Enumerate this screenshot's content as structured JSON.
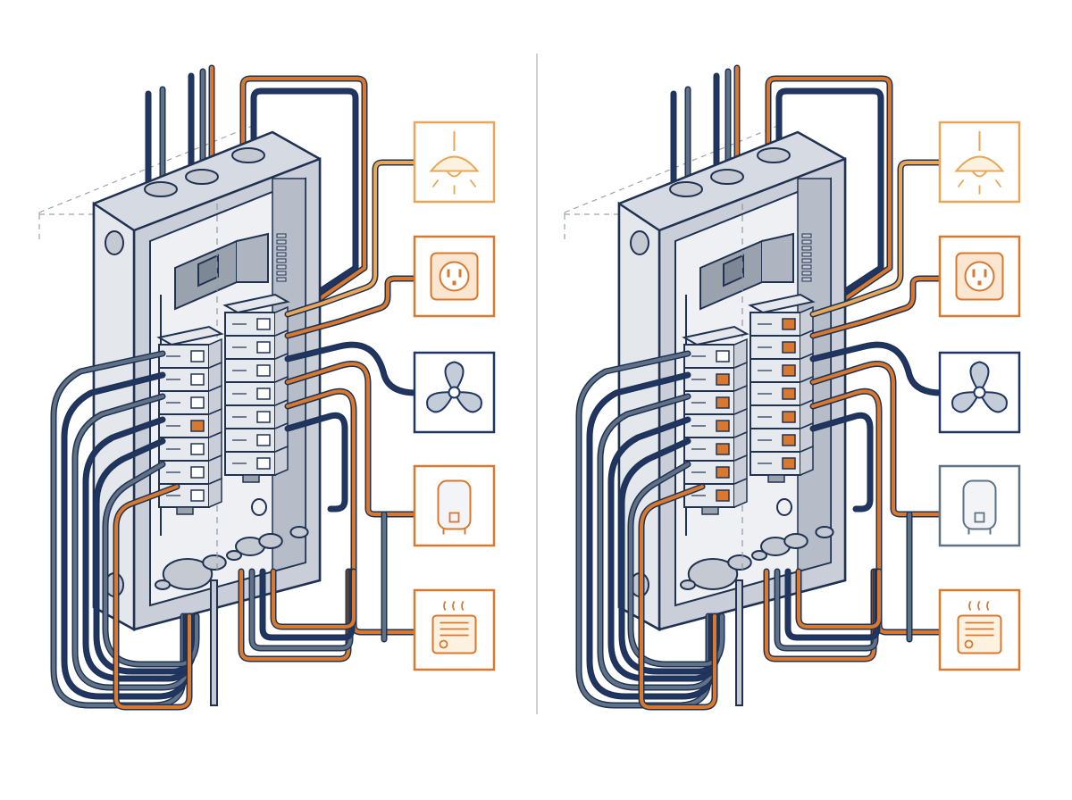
{
  "colors": {
    "navy": "#1f3563",
    "slate": "#5f7186",
    "orange": "#d9782f",
    "amber": "#e9a657",
    "outline": "#203252",
    "box_fill": "#d6dae2",
    "box_dark": "#b7bdc8",
    "background": "#ffffff",
    "divider": "#bcc2cc"
  },
  "panels": [
    {
      "id": "left",
      "active_breakers_left": [
        3
      ],
      "active_breakers_right": [],
      "appliances": [
        {
          "icon": "ceiling-lamp-icon",
          "color": "amber"
        },
        {
          "icon": "wall-outlet-icon",
          "color": "orange"
        },
        {
          "icon": "fan-icon",
          "color": "navy"
        },
        {
          "icon": "water-heater-icon",
          "color": "orange"
        },
        {
          "icon": "space-heater-icon",
          "color": "orange"
        }
      ]
    },
    {
      "id": "right",
      "active_breakers_left": [
        1,
        2,
        3,
        4,
        5,
        6,
        7
      ],
      "active_breakers_right": [
        0,
        1,
        2,
        3,
        4,
        5,
        6
      ],
      "appliances": [
        {
          "icon": "ceiling-lamp-icon",
          "color": "amber"
        },
        {
          "icon": "wall-outlet-icon",
          "color": "orange"
        },
        {
          "icon": "fan-icon",
          "color": "navy"
        },
        {
          "icon": "water-heater-icon",
          "color": "slate"
        },
        {
          "icon": "space-heater-icon",
          "color": "orange"
        }
      ]
    }
  ]
}
